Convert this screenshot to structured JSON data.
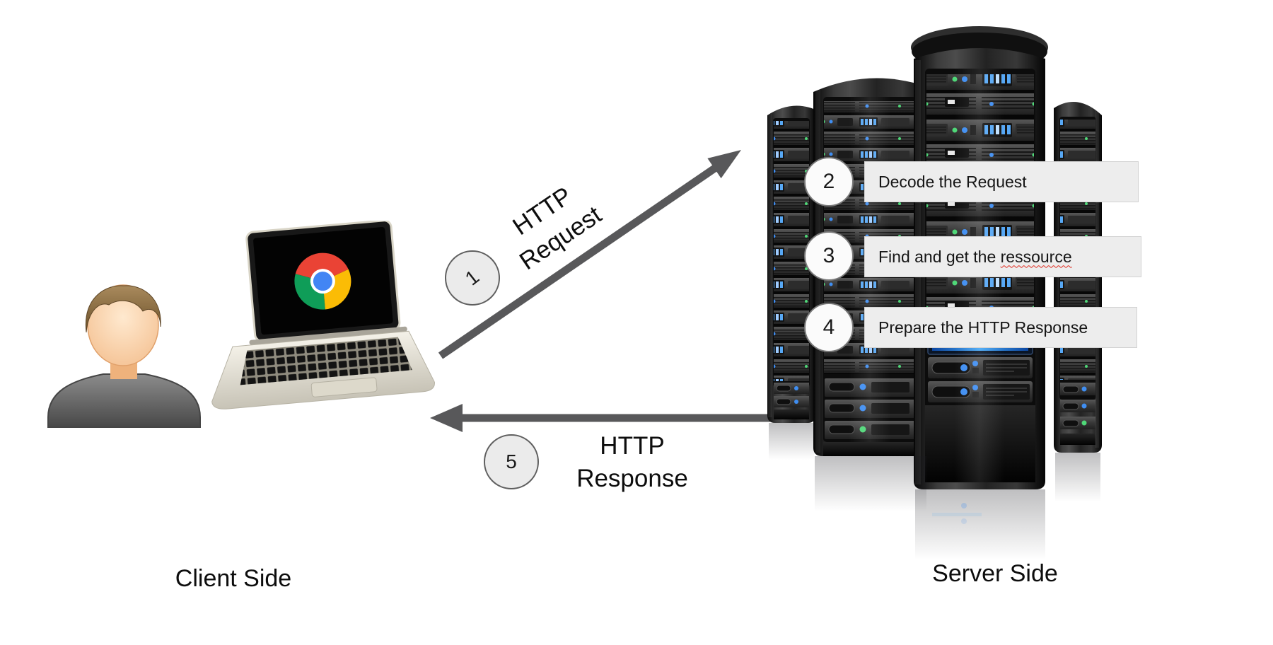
{
  "labels": {
    "client_side": "Client Side",
    "server_side": "Server Side"
  },
  "request_flow": {
    "badge": "1",
    "line1": "HTTP",
    "line2": "Request"
  },
  "response_flow": {
    "badge": "5",
    "line1": "HTTP",
    "line2": "Response"
  },
  "server_steps": [
    {
      "badge": "2",
      "text": "Decode the Request",
      "misspelled": ""
    },
    {
      "badge": "3",
      "text": "Find and get the ",
      "misspelled": "ressource"
    },
    {
      "badge": "4",
      "text": "Prepare the HTTP Response",
      "misspelled": ""
    }
  ],
  "colors": {
    "arrow": "#58585a",
    "flow_badge_fill": "#ebebeb",
    "step_badge_fill": "#fbfbfb",
    "badge_border": "#5f5f5f",
    "step_box_fill": "#ededed",
    "misspelling_underline": "#e02b20",
    "chrome_red": "#ea4335",
    "chrome_green": "#0f9d58",
    "chrome_yellow": "#fbbc05",
    "chrome_blue": "#4285f4"
  }
}
